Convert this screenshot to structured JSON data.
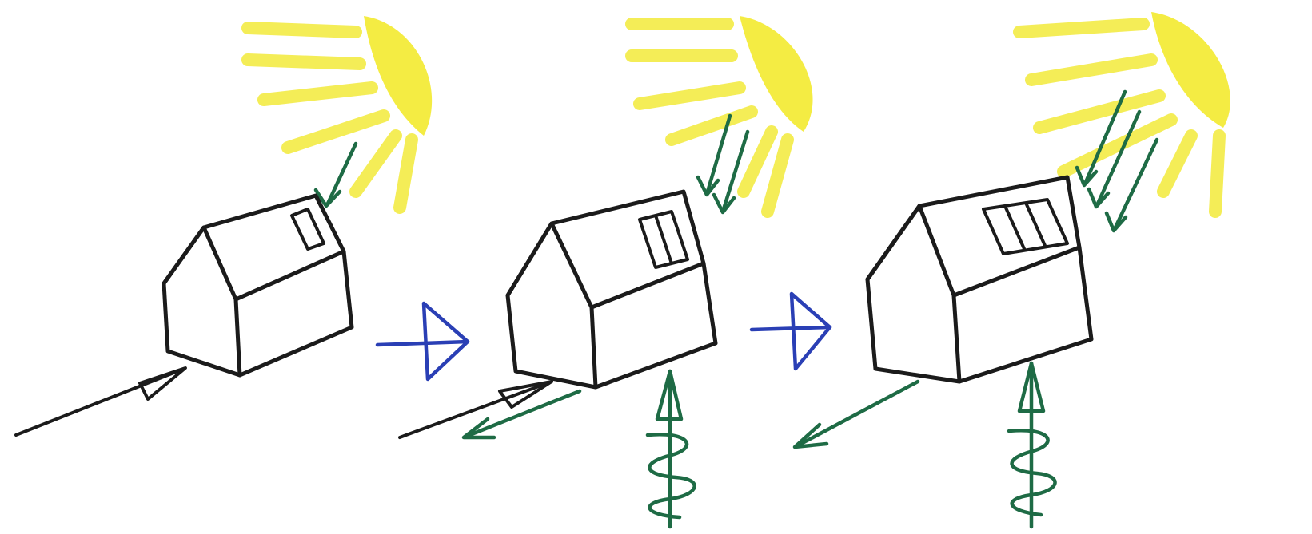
{
  "figure": {
    "panels": [
      {
        "stage": 1,
        "solar_panel_strips": 1,
        "sun_arrows": 1,
        "ground_arrow": "into-house",
        "geothermal_coil": false
      },
      {
        "stage": 2,
        "solar_panel_strips": 2,
        "sun_arrows": 2,
        "ground_arrow": "in-and-out",
        "geothermal_coil": true
      },
      {
        "stage": 3,
        "solar_panel_strips": 3,
        "sun_arrows": 3,
        "ground_arrow": "out-of-house",
        "geothermal_coil": true
      }
    ],
    "transition_arrows": 2,
    "colors": {
      "sun": "#f2ea3a",
      "house": "#1b1b1b",
      "energy_arrows": "#1e6b45",
      "transition_arrows": "#2a3fb5",
      "background": "#ffffff"
    }
  }
}
